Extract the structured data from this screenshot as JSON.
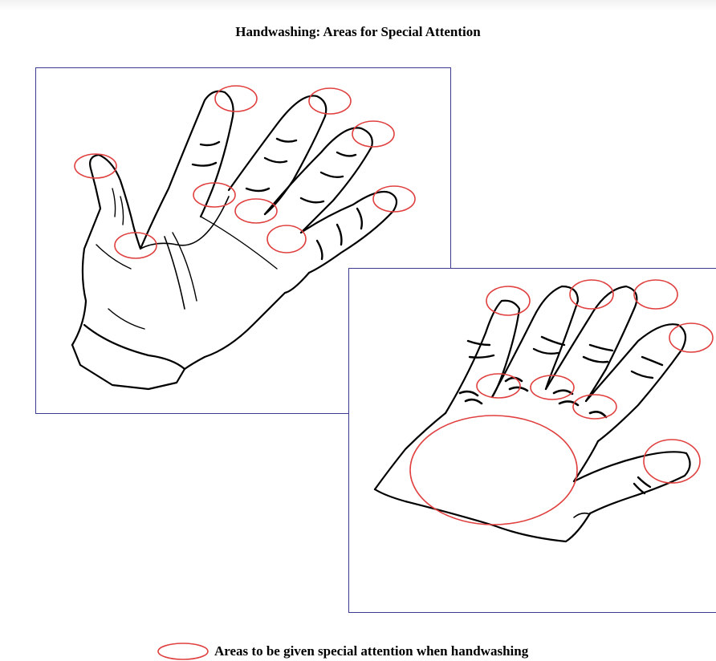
{
  "title": "Handwashing: Areas for Special Attention",
  "legend": {
    "label": "Areas to be given special attention when handwashing",
    "marker_color": "#e0403f"
  },
  "figures": [
    {
      "view": "palm"
    },
    {
      "view": "back of hand"
    }
  ],
  "colors": {
    "outline": "#000000",
    "frame": "#3b3b8f",
    "highlight": "#e0403f"
  }
}
